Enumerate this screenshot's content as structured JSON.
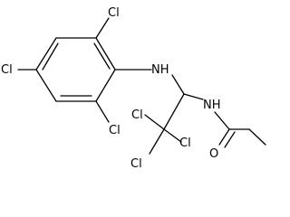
{
  "molecule": {
    "atoms": {
      "cl_top": "Cl",
      "cl_left": "Cl",
      "cl_ring_bottom": "Cl",
      "nh_ring": "NH",
      "nh_amide": "NH",
      "cl_ccl3_top": "Cl",
      "cl_ccl3_right": "Cl",
      "cl_ccl3_bottom": "Cl",
      "o_carbonyl": "O"
    }
  }
}
